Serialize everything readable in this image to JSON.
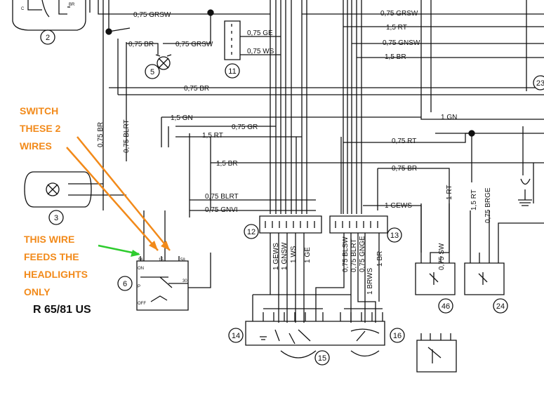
{
  "annotations": {
    "switch_line1": "SWITCH",
    "switch_line2": "THESE 2",
    "switch_line3": "WIRES",
    "feeds_line1": "THIS WIRE",
    "feeds_line2": "FEEDS THE",
    "feeds_line3": "HEADLIGHTS",
    "feeds_line4": "ONLY",
    "model": "R 65/81 US",
    "annotation_color": "#f28a1a",
    "arrow_green": "#2ecc2e"
  },
  "wire_labels": {
    "top_grsw_left": "0,75 GRSW",
    "top_grsw_right": "0,75 GRSW",
    "rt_top": "1,5 RT",
    "gnsw": "0,75 GNSW",
    "br_top": "1,5 BR",
    "ge": "0,75 GE",
    "ws": "0,75 WS",
    "br_small": "0,75 BR",
    "grsw_small": "0,75 GRSW",
    "br_long": "0,75 BR",
    "gn_1": "1 GN",
    "gn_15": "1,5 GN",
    "rt_15": "1,5 RT",
    "gr": "0,75 GR",
    "rt_075": "0,75 RT",
    "br_15": "1,5 BR",
    "br_075": "0,75 BR",
    "blrt": "0,75 BLRT",
    "gnvi": "0,75 GNVI",
    "gews_top": "1 GEWS",
    "v_br": "0,75 BR",
    "v_blrt": "0,75 BLRT",
    "v_1rt": "1 RT",
    "v_15rt": "1,5 RT",
    "v_brge": "0,75 BRGE",
    "v_sw": "0,75 SW",
    "v_gews": "1 GEWS",
    "v_gnsw": "1 GNSW",
    "v_ws": "1 WS",
    "v_ge": "1 GE",
    "v_blsw": "0,75 BLSW",
    "v_blrt2": "0,75 BLRT",
    "v_gnge": "0,75 GNGE",
    "v_br1": "1 BR",
    "v_brws": "1 BRWS",
    "v_br_left": "0,75 BR",
    "v_blrt_left": "0,75 BLRT",
    "v_bbr": "1 BR"
  },
  "component_numbers": [
    "2",
    "5",
    "11",
    "3",
    "6",
    "12",
    "13",
    "14",
    "15",
    "16",
    "46",
    "24",
    "23"
  ],
  "pin_labels": {
    "p56": "56",
    "p15": "15",
    "p58": "58",
    "p30": "30",
    "on": "ON",
    "p": "P",
    "off": "OFF",
    "c": "C",
    "br": "BR"
  }
}
